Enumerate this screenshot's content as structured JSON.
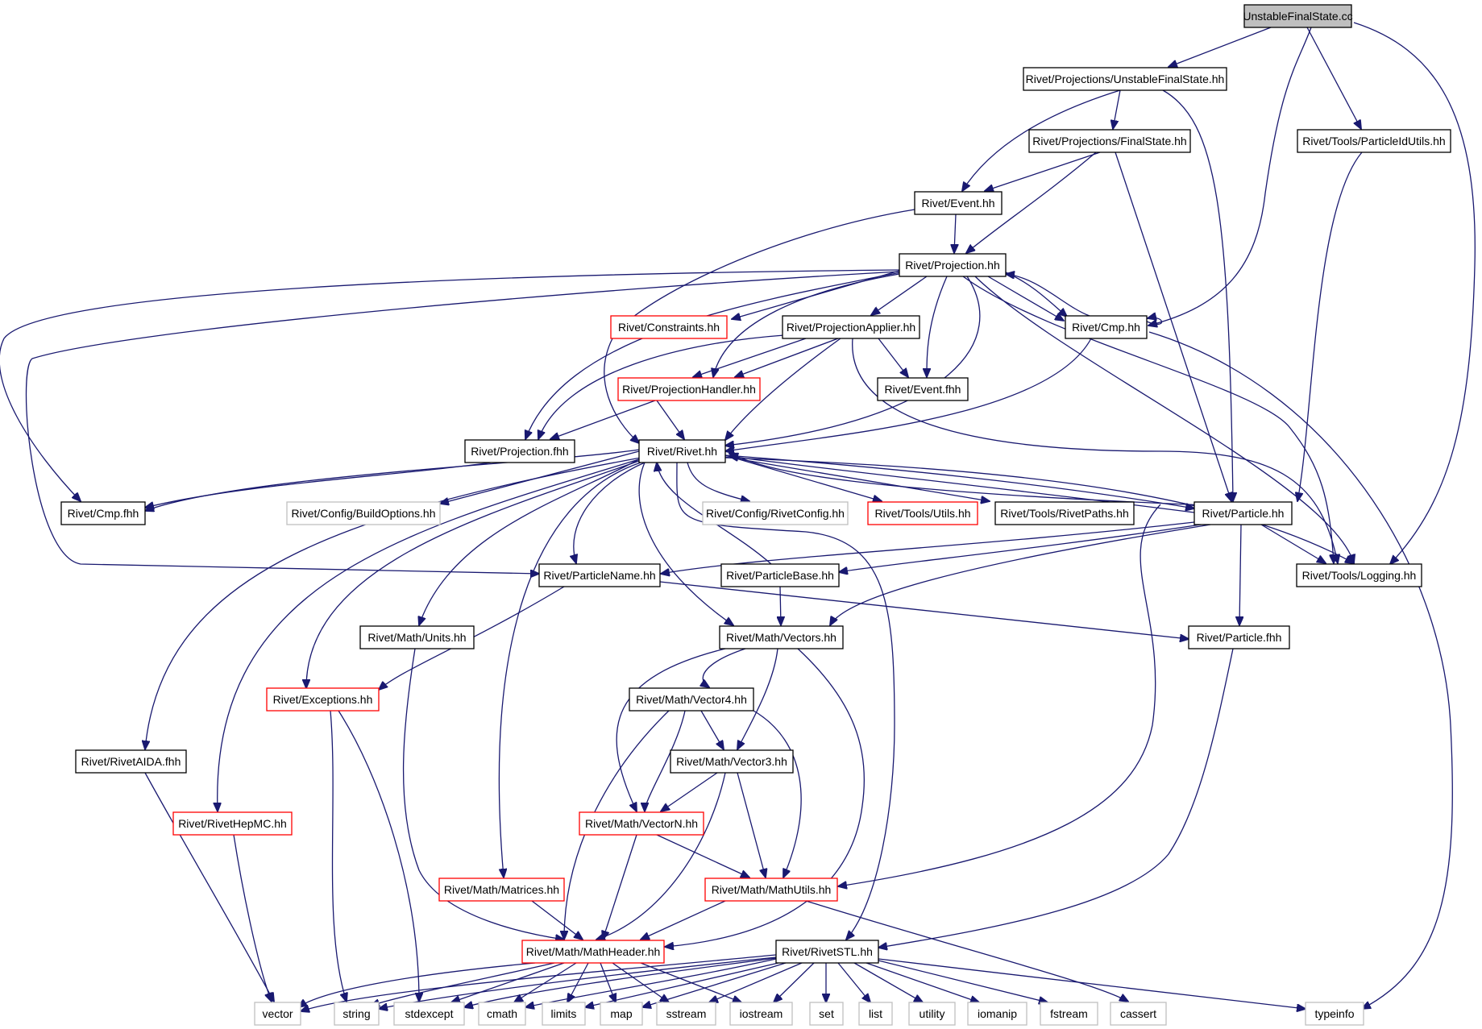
{
  "colors": {
    "edge": "#191970",
    "root_fill": "#bfbfbf",
    "normal_border": "#000000",
    "truncated_border": "#ff0000",
    "external_border": "#bfbfbf",
    "text": "#000000"
  },
  "nodes": {
    "root": "UnstableFinalState.cc",
    "ufs_hh": "Rivet/Projections/UnstableFinalState.hh",
    "fs_hh": "Rivet/Projections/FinalState.hh",
    "pidutils": "Rivet/Tools/ParticleIdUtils.hh",
    "event_hh": "Rivet/Event.hh",
    "projection_hh": "Rivet/Projection.hh",
    "constraints": "Rivet/Constraints.hh",
    "projapplier": "Rivet/ProjectionApplier.hh",
    "cmp_hh": "Rivet/Cmp.hh",
    "projhandler": "Rivet/ProjectionHandler.hh",
    "event_fhh": "Rivet/Event.fhh",
    "projection_fhh": "Rivet/Projection.fhh",
    "rivet_hh": "Rivet/Rivet.hh",
    "cmp_fhh": "Rivet/Cmp.fhh",
    "buildoptions": "Rivet/Config/BuildOptions.hh",
    "rivetconfig": "Rivet/Config/RivetConfig.hh",
    "tools_utils": "Rivet/Tools/Utils.hh",
    "rivetpaths": "Rivet/Tools/RivetPaths.hh",
    "particle_hh": "Rivet/Particle.hh",
    "particlename": "Rivet/ParticleName.hh",
    "particlebase": "Rivet/ParticleBase.hh",
    "logging": "Rivet/Tools/Logging.hh",
    "units": "Rivet/Math/Units.hh",
    "vectors": "Rivet/Math/Vectors.hh",
    "particle_fhh": "Rivet/Particle.fhh",
    "exceptions": "Rivet/Exceptions.hh",
    "vector4": "Rivet/Math/Vector4.hh",
    "rivetaida": "Rivet/RivetAIDA.fhh",
    "vector3": "Rivet/Math/Vector3.hh",
    "rivethepmc": "Rivet/RivetHepMC.hh",
    "vectorn": "Rivet/Math/VectorN.hh",
    "matrices": "Rivet/Math/Matrices.hh",
    "mathutils": "Rivet/Math/MathUtils.hh",
    "mathheader": "Rivet/Math/MathHeader.hh",
    "rivetstl": "Rivet/RivetSTL.hh",
    "std_vector": "vector",
    "std_string": "string",
    "std_stdexcept": "stdexcept",
    "std_cmath": "cmath",
    "std_limits": "limits",
    "std_map": "map",
    "std_sstream": "sstream",
    "std_iostream": "iostream",
    "std_set": "set",
    "std_list": "list",
    "std_utility": "utility",
    "std_iomanip": "iomanip",
    "std_fstream": "fstream",
    "std_cassert": "cassert",
    "std_typeinfo": "typeinfo"
  }
}
